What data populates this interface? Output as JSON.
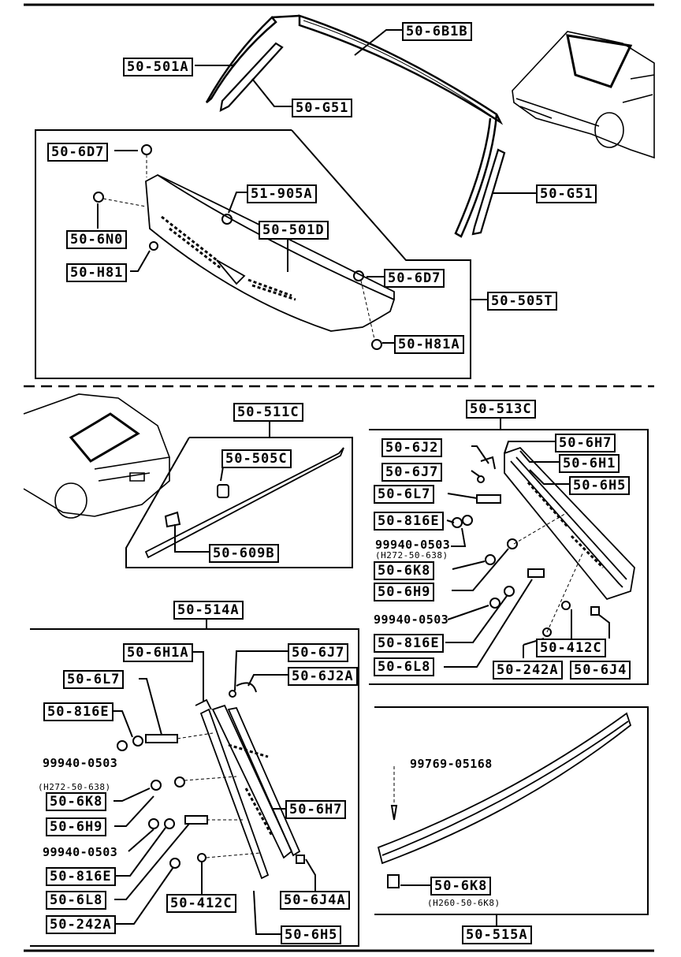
{
  "labels": {
    "l_6b1b": "50-6B1B",
    "l_501a": "50-501A",
    "l_g51_top": "50-G51",
    "l_g51_right": "50-G51",
    "l_6d7_a": "50-6D7",
    "l_905a": "51-905A",
    "l_501d": "50-501D",
    "l_6n0": "50-6N0",
    "l_h81": "50-H81",
    "l_6d7_b": "50-6D7",
    "l_505t": "50-505T",
    "l_h81a": "50-H81A",
    "l_511c": "50-511C",
    "l_505c": "50-505C",
    "l_609b": "50-609B",
    "l_513c": "50-513C",
    "l_6j2": "50-6J2",
    "l_6h7_a": "50-6H7",
    "l_6h1": "50-6H1",
    "l_6j7_a": "50-6J7",
    "l_6h5_a": "50-6H5",
    "l_6l7_a": "50-6L7",
    "l_816e_a": "50-816E",
    "l_99940_a": "99940-0503",
    "l_h272_a": "(H272-50-638)",
    "l_6k8_a": "50-6K8",
    "l_6h9_a": "50-6H9",
    "l_99940_b": "99940-0503",
    "l_816e_b": "50-816E",
    "l_412c_a": "50-412C",
    "l_6l8_a": "50-6L8",
    "l_242a_a": "50-242A",
    "l_6j4": "50-6J4",
    "l_514a": "50-514A",
    "l_6h1a": "50-6H1A",
    "l_6j7_b": "50-6J7",
    "l_6l7_b": "50-6L7",
    "l_6j2a": "50-6J2A",
    "l_816e_c": "50-816E",
    "l_99940_c": "99940-0503",
    "l_h272_b": "(H272-50-638)",
    "l_6k8_b": "50-6K8",
    "l_6h7_b": "50-6H7",
    "l_6h9_b": "50-6H9",
    "l_99940_d": "99940-0503",
    "l_816e_d": "50-816E",
    "l_6l8_b": "50-6L8",
    "l_412c_b": "50-412C",
    "l_6j4a": "50-6J4A",
    "l_242a_b": "50-242A",
    "l_6h5_b": "50-6H5",
    "l_99769": "99769-05168",
    "l_6k8_c": "50-6K8",
    "l_h260": "(H260-50-6K8)",
    "l_515a": "50-515A"
  },
  "colors": {
    "ink": "#000000",
    "paper": "#ffffff"
  }
}
